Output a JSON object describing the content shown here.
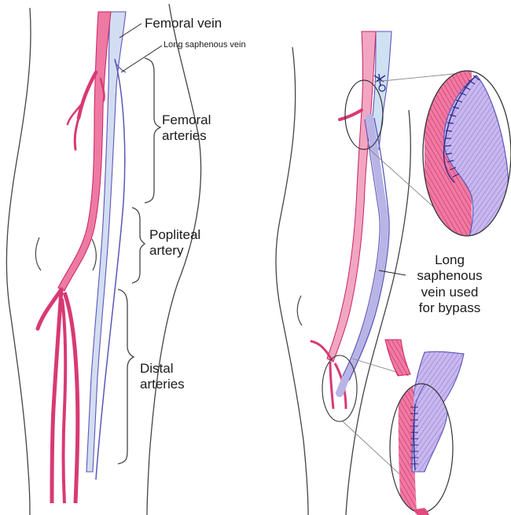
{
  "labels": {
    "femoral_vein": "Femoral vein",
    "long_saphenous_vein": "Long saphenous vein",
    "femoral_arteries": [
      "Femoral",
      "arteries"
    ],
    "popliteal_artery": [
      "Popliteal",
      "artery"
    ],
    "distal_arteries": [
      "Distal",
      "arteries"
    ],
    "bypass": [
      "Long",
      "saphenous",
      "vein used",
      "for bypass"
    ]
  },
  "colors": {
    "artery": "#e24b7f",
    "artery_light": "#f2a6c2",
    "vein": "#b9b4e6",
    "vein_light": "#cfd9f2",
    "vein_stroke": "#5b56b8",
    "outline": "#3a3a3a",
    "suture": "#2d2a8a"
  }
}
